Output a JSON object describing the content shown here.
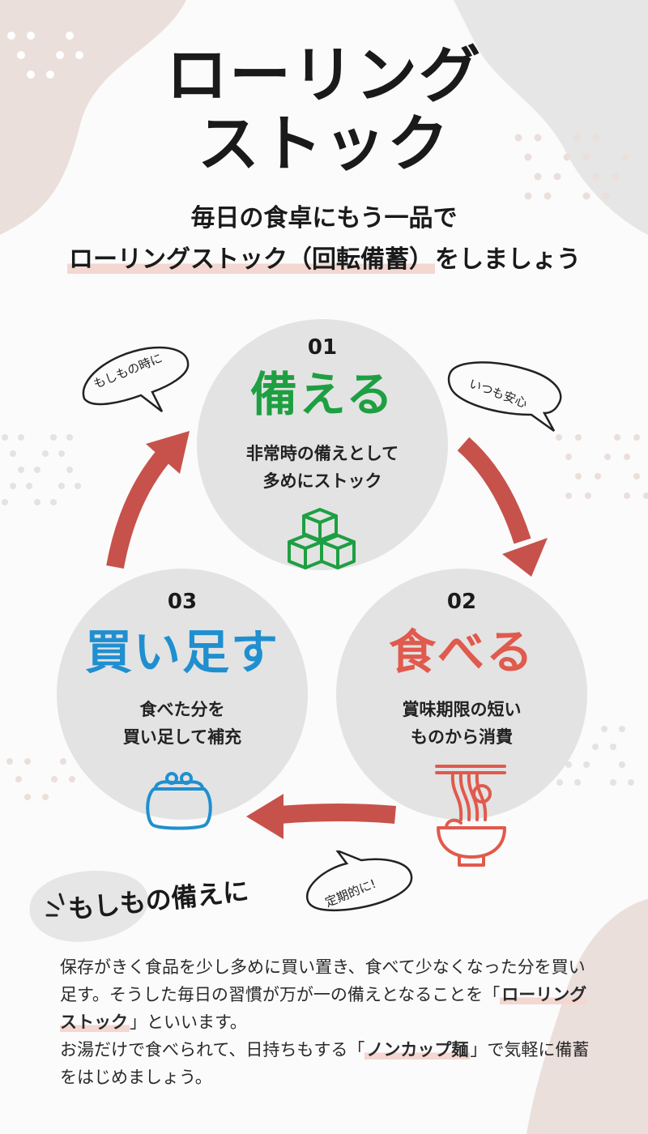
{
  "header": {
    "title_line1": "ローリング",
    "title_line2": "ストック",
    "subtitle_line1": "毎日の食卓にもう一品で",
    "subtitle_line2_highlight": "ローリングストック（回転備蓄）",
    "subtitle_line2_rest": "をしましょう"
  },
  "cycle": [
    {
      "number": "01",
      "title": "備える",
      "desc_line1": "非常時の備えとして",
      "desc_line2": "多めにストック",
      "icon": "stacked-boxes-icon",
      "color": "#1e9f42"
    },
    {
      "number": "02",
      "title": "食べる",
      "desc_line1": "賞味期限の短い",
      "desc_line2": "ものから消費",
      "icon": "noodle-bowl-icon",
      "color": "#e05a4d"
    },
    {
      "number": "03",
      "title": "買い足す",
      "desc_line1": "食べた分を",
      "desc_line2": "買い足して補充",
      "icon": "coin-purse-icon",
      "color": "#1f8fd0"
    }
  ],
  "bubbles": {
    "left": "もしもの時に",
    "right": "いつも安心",
    "bottom": "定期的に!"
  },
  "section": {
    "heading": "もしもの備えに",
    "para1_before": "保存がきく食品を少し多めに買い置き、食べて少なくなった分を買い足す。そうした毎日の習慣が万が一の備えとなることを「",
    "para1_highlight": "ローリングストック",
    "para1_after": "」といいます。",
    "para2_before": "お湯だけで食べられて、日持ちもする「",
    "para2_highlight": "ノンカップ麺",
    "para2_after": "」で気軽に備蓄をはじめましょう。"
  },
  "colors": {
    "arrow": "#c7524b",
    "circle": "#e3e3e3",
    "highlight": "#f3d7d0",
    "blob_pink": "#ebdfdb",
    "blob_gray": "#e6e6e6"
  }
}
